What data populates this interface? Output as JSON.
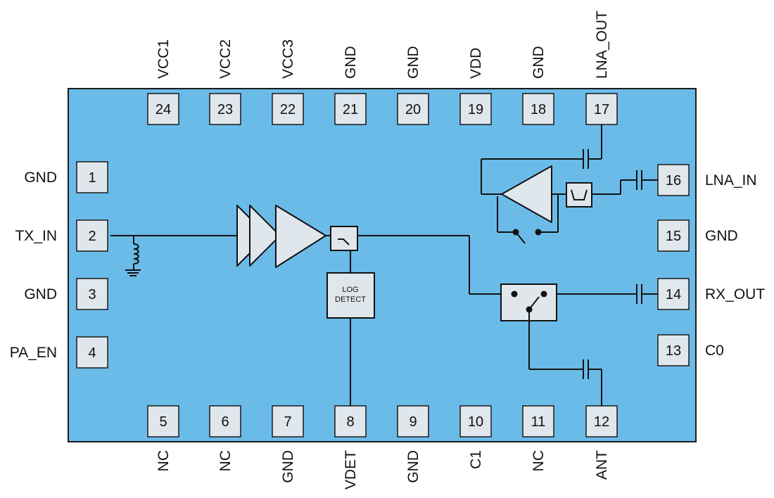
{
  "colors": {
    "package": "#6bbbe9",
    "pin_fill": "#dfe6ec",
    "outline": "#1a1a1a"
  },
  "pins": {
    "top": [
      {
        "num": "24",
        "label": "VCC1"
      },
      {
        "num": "23",
        "label": "VCC2"
      },
      {
        "num": "22",
        "label": "VCC3"
      },
      {
        "num": "21",
        "label": "GND"
      },
      {
        "num": "20",
        "label": "GND"
      },
      {
        "num": "19",
        "label": "VDD"
      },
      {
        "num": "18",
        "label": "GND"
      },
      {
        "num": "17",
        "label": "LNA_OUT"
      }
    ],
    "bottom": [
      {
        "num": "5",
        "label": "NC"
      },
      {
        "num": "6",
        "label": "NC"
      },
      {
        "num": "7",
        "label": "GND"
      },
      {
        "num": "8",
        "label": "VDET"
      },
      {
        "num": "9",
        "label": "GND"
      },
      {
        "num": "10",
        "label": "C1"
      },
      {
        "num": "11",
        "label": "NC"
      },
      {
        "num": "12",
        "label": "ANT"
      }
    ],
    "left": [
      {
        "num": "1",
        "label": "GND"
      },
      {
        "num": "2",
        "label": "TX_IN"
      },
      {
        "num": "3",
        "label": "GND"
      },
      {
        "num": "4",
        "label": "PA_EN"
      }
    ],
    "right": [
      {
        "num": "16",
        "label": "LNA_IN"
      },
      {
        "num": "15",
        "label": "GND"
      },
      {
        "num": "14",
        "label": "RX_OUT"
      },
      {
        "num": "13",
        "label": "C0"
      }
    ]
  },
  "blocks": {
    "log_detect": {
      "line1": "LOG",
      "line2": "DETECT"
    }
  }
}
